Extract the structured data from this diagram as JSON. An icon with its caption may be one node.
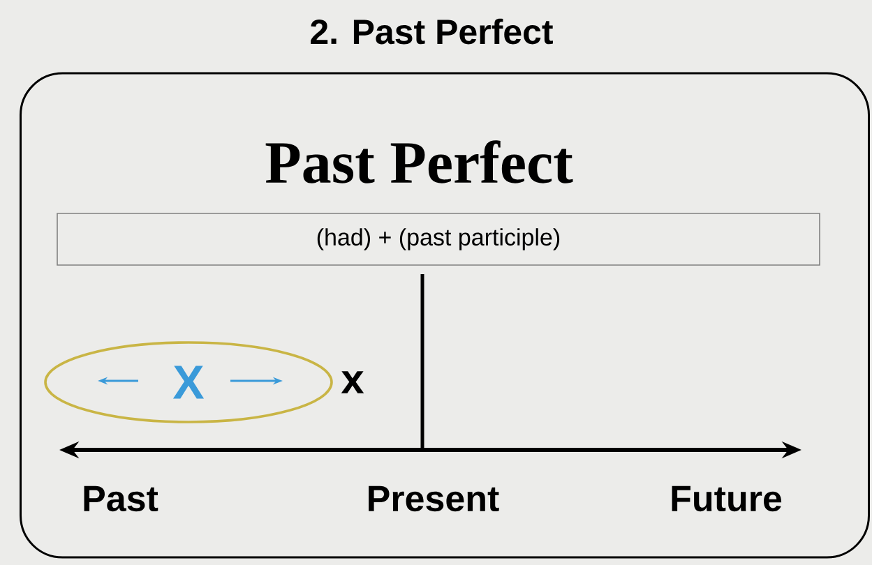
{
  "diagram": {
    "title": "2. Past Perfect",
    "nodes": [
      {
        "text": [
          "Past Perfect"
        ]
      },
      {
        "text": [
          "(had) + (past participle)"
        ],
        "in": 0
      },
      {
        "text": [
          "X"
        ],
        "in": 0
      }
    ],
    "labels": [
      "x",
      "Past",
      "Present",
      "Future"
    ]
  }
}
